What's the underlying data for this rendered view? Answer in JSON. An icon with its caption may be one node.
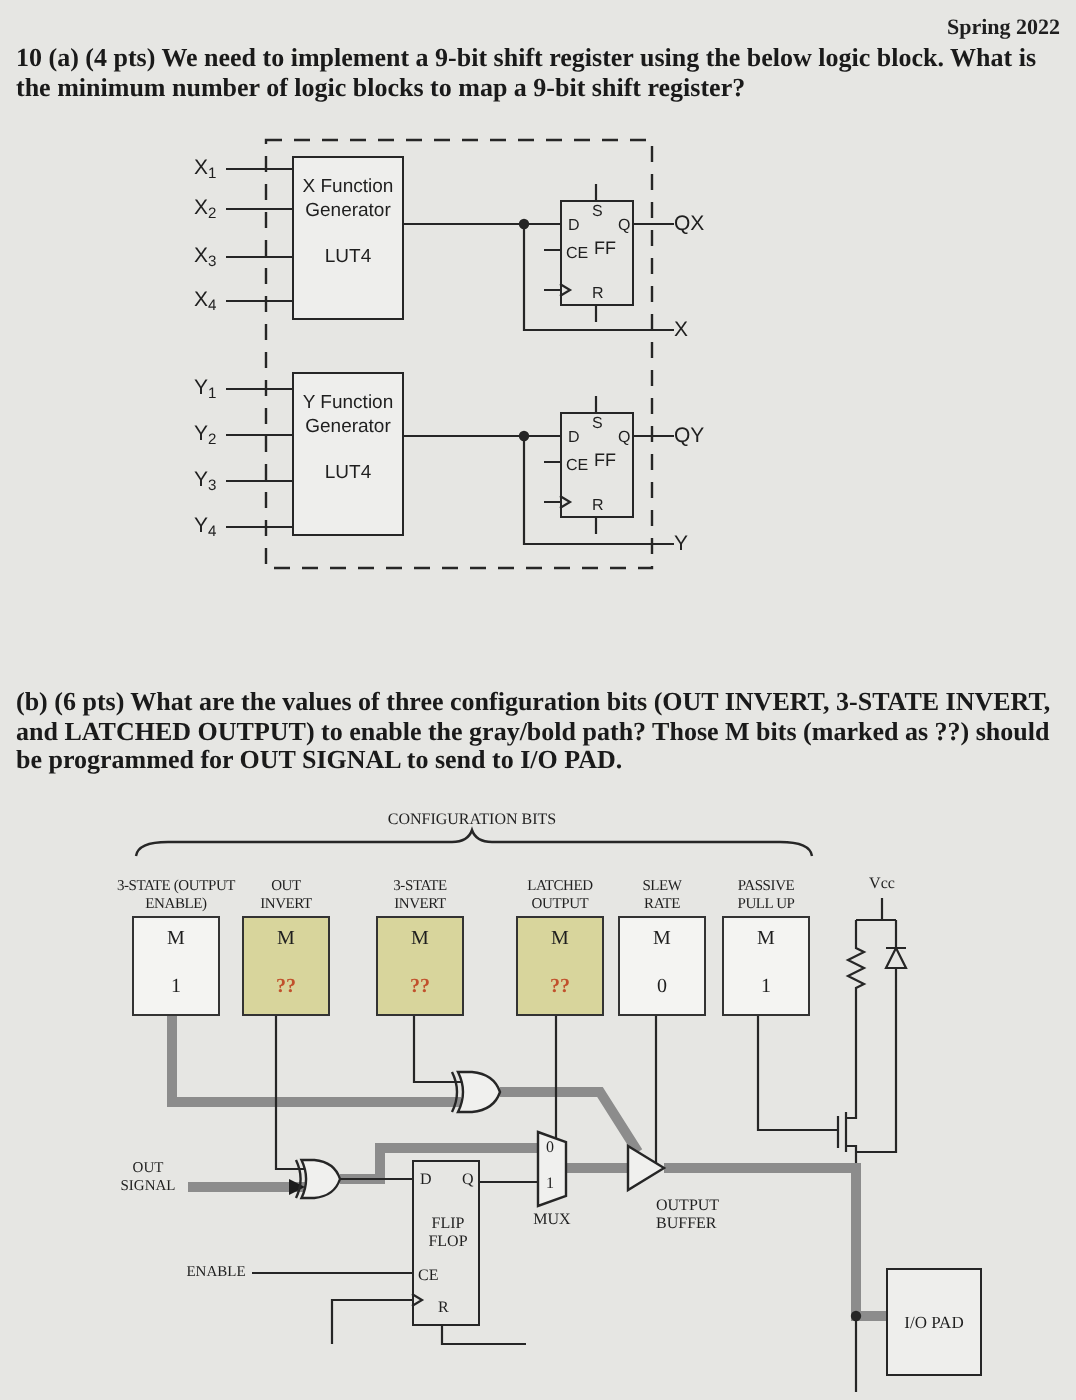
{
  "diagram": {
    "nodes": [
      {
        "text": [
          "X$_{1}$"
        ]
      },
      {
        "text": [
          "X$_{2}$"
        ]
      },
      {
        "text": [
          "X$_{3}$"
        ]
      },
      {
        "text": [
          "X$_{4}$"
        ]
      },
      {
        "text": [
          "X Function Generator",
          "LUT4"
        ]
      },
      {
        "text": [
          "S",
          "D",
          "Q",
          "CE",
          "FF",
          "R"
        ]
      },
      {
        "text": [
          "QX"
        ]
      },
      {
        "text": [
          "X"
        ]
      },
      {
        "text": [
          "Y$_{1}$"
        ]
      },
      {
        "text": [
          "Y$_{2}$"
        ]
      },
      {
        "text": [
          "Y$_{3}$"
        ]
      },
      {
        "text": [
          "Y$_{4}$"
        ]
      },
      {
        "text": [
          "Y Function Generator",
          "LUT4"
        ]
      },
      {
        "text": [
          "S",
          "D",
          "Q",
          "CE",
          "FF",
          "R"
        ]
      },
      {
        "text": [
          "QY"
        ]
      },
      {
        "text": [
          "Y"
        ]
      },
      {
        "text": [
          "3-STATE (OUTPUT ENABLE)",
          "M",
          "1"
        ]
      },
      {
        "text": [
          "OUT INVERT",
          "M",
          "??"
        ]
      },
      {
        "text": [
          "3-STATE INVERT",
          "M",
          "??"
        ]
      },
      {
        "text": [
          "LATCHED OUTPUT",
          "M",
          "??"
        ]
      },
      {
        "text": [
          "SLEW RATE",
          "M",
          "0"
        ]
      },
      {
        "text": [
          "PASSIVE PULL UP",
          "M",
          "1"
        ]
      },
      {
        "text": [],
        "shape": "gate"
      },
      {
        "text": [
          "0",
          "1"
        ],
        "beside": [
          "MUX"
        ]
      },
      {
        "text": [],
        "shape": "triangle",
        "beside": [
          "OUTPUT BUFFER"
        ]
      },
      {
        "text": [
          "OUT SIGNAL"
        ]
      },
      {
        "text": [],
        "shape": "gate"
      },
      {
        "text": [
          "D",
          "Q",
          "FLIP FLOP",
          "CE",
          "R"
        ]
      },
      {
        "text": [
          "ENABLE"
        ]
      },
      {
        "text": [
          "I/O PAD"
        ]
      },
      {
        "text": [],
        "shape": "picture",
        "beside": [
          "Vcc"
        ]
      }
    ],
    "edges": [
      {
        "from": 0,
        "to": 4,
        "arrow": "none"
      },
      {
        "from": 1,
        "to": 4,
        "arrow": "none"
      },
      {
        "from": 2,
        "to": 4,
        "arrow": "none"
      },
      {
        "from": 3,
        "to": 4,
        "arrow": "none"
      },
      {
        "from": 4,
        "to": 5,
        "arrow": "none"
      },
      {
        "from": 4,
        "to": 7,
        "arrow": "none"
      },
      {
        "from": 5,
        "to": 6,
        "arrow": "none"
      },
      {
        "from": 8,
        "to": 12,
        "arrow": "none"
      },
      {
        "from": 9,
        "to": 12,
        "arrow": "none"
      },
      {
        "from": 10,
        "to": 12,
        "arrow": "none"
      },
      {
        "from": 11,
        "to": 12,
        "arrow": "none"
      },
      {
        "from": 12,
        "to": 13,
        "arrow": "none"
      },
      {
        "from": 12,
        "to": 15,
        "arrow": "none"
      },
      {
        "from": 13,
        "to": 14,
        "arrow": "none"
      },
      {
        "from": 16,
        "to": 22,
        "arrow": "none",
        "style": "thick",
        "color": "#8c8c8c"
      },
      {
        "from": 18,
        "to": 22,
        "arrow": "none"
      },
      {
        "from": 22,
        "to": 24,
        "arrow": "none",
        "style": "thick",
        "color": "#8c8c8c"
      },
      {
        "from": 25,
        "to": 26,
        "arrow": "to",
        "style": "thick",
        "color": "#8c8c8c"
      },
      {
        "from": 17,
        "to": 26,
        "arrow": "none"
      },
      {
        "from": 26,
        "to": 23,
        "arrow": "none",
        "style": "thick",
        "color": "#8c8c8c"
      },
      {
        "from": 26,
        "to": 27,
        "arrow": "none"
      },
      {
        "from": 28,
        "to": 27,
        "arrow": "none"
      },
      {
        "from": 27,
        "to": 23,
        "arrow": "none"
      },
      {
        "from": 19,
        "to": 23,
        "arrow": "none"
      },
      {
        "from": 23,
        "to": 24,
        "arrow": "none",
        "style": "thick",
        "color": "#8c8c8c"
      },
      {
        "from": 20,
        "to": 24,
        "arrow": "none"
      },
      {
        "from": 24,
        "to": 29,
        "arrow": "none",
        "style": "thick",
        "color": "#8c8c8c"
      },
      {
        "from": 21,
        "to": 30,
        "arrow": "none"
      },
      {
        "from": 30,
        "to": 29,
        "arrow": "none"
      }
    ],
    "labels": [
      "Spring 2022",
      "10 (a) (4 pts) We need to implement a 9-bit shift register using the below logic block. What is the minimum number of logic blocks to map a 9-bit shift register?",
      "(b) (6 pts) What are the values of three configuration bits (OUT INVERT, 3-STATE INVERT, and LATCHED OUTPUT) to enable the gray/bold path? Those M bits (marked as ??) should be programmed for OUT SIGNAL to send to I/O PAD.",
      "CONFIGURATION BITS"
    ]
  }
}
